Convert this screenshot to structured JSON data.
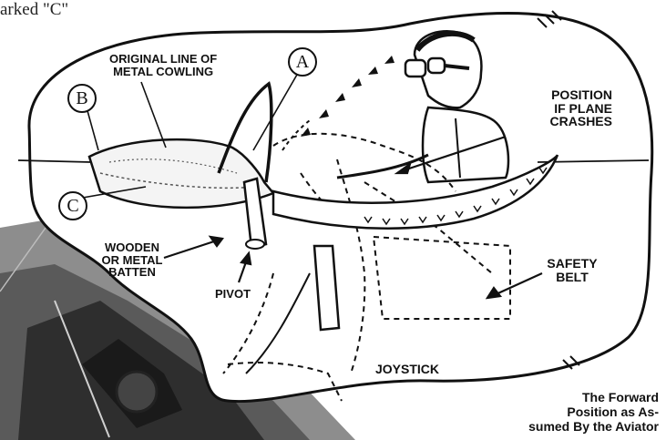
{
  "page": {
    "top_text": "arked \"C\""
  },
  "illustration": {
    "labels": {
      "original_line_1": "ORIGINAL LINE OF",
      "original_line_2": "METAL COWLING",
      "position_line_1": "POSITION",
      "position_line_2": "IF PLANE",
      "position_line_3": "CRASHES",
      "batten_line_1": "WOODEN",
      "batten_line_2": "OR METAL",
      "batten_line_3": "BATTEN",
      "pivot": "PIVOT",
      "safety_line_1": "SAFETY",
      "safety_line_2": "BELT",
      "joystick": "JOYSTICK"
    },
    "markers": {
      "a": "A",
      "b": "B",
      "c": "C"
    }
  },
  "caption": {
    "line_1": "The Forward",
    "line_2": "Position as As-",
    "line_3": "sumed By the Aviator"
  },
  "colors": {
    "ink": "#111111",
    "paper": "#ffffff",
    "photo_dark": "#3a3a3a",
    "photo_light": "#9a9a9a"
  }
}
